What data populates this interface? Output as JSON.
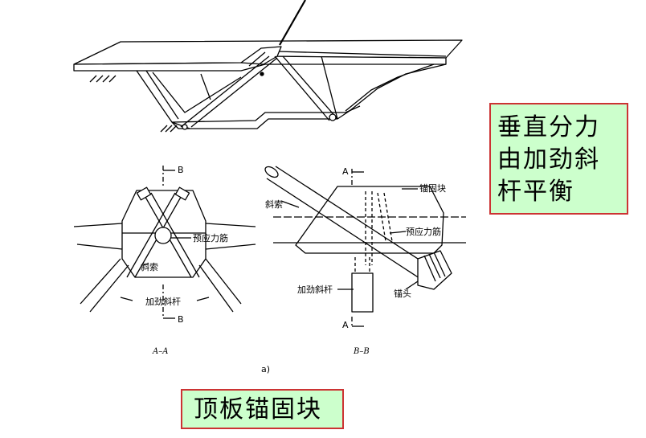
{
  "labels": {
    "section_left": "A–A",
    "section_right": "B–B",
    "figure_tag": "a)",
    "marker_b_top": "B",
    "marker_b_bottom": "B",
    "marker_a_top": "A",
    "marker_a_bottom": "A",
    "prestress_tendon_left": "预应力筋",
    "stay_cable_left": "斜索",
    "stiffening_rod_left": "加劲斜杆",
    "stay_cable_right": "斜索",
    "anchor_block_right": "锚固块",
    "prestress_tendon_right": "预应力筋",
    "stiffening_rod_right": "加劲斜杆",
    "anchor_head_right": "锚头"
  },
  "note": {
    "lines": [
      "垂直分力",
      "由加劲斜",
      "杆平衡"
    ]
  },
  "title": "顶板锚固块",
  "colors": {
    "box_fill": "#ccffcc",
    "box_border": "#cc3333"
  }
}
